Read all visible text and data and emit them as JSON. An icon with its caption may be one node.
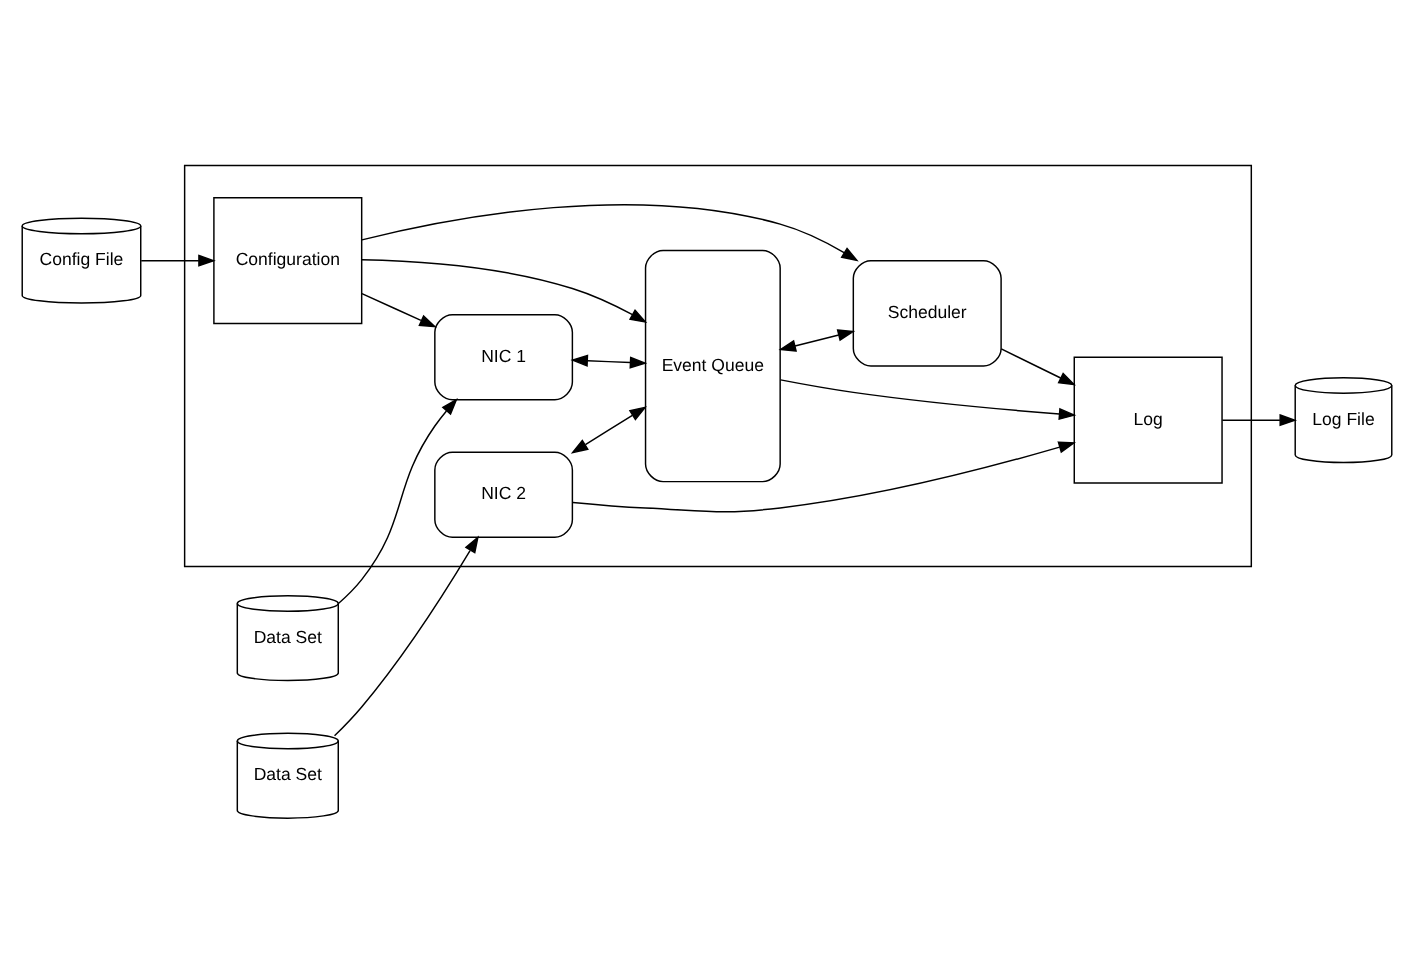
{
  "diagram": {
    "nodes": [
      {
        "text": [],
        "shape": "box"
      },
      {
        "text": [
          "Data Set"
        ]
      },
      {
        "text": [
          "NIC 1"
        ],
        "in": 0
      },
      {
        "text": [
          "Event Queue"
        ],
        "in": 0
      },
      {
        "text": [
          "NIC 2"
        ],
        "in": 0
      },
      {
        "text": [
          "Data Set"
        ]
      },
      {
        "text": [
          "Config File"
        ]
      },
      {
        "text": [
          "Configuration"
        ],
        "in": 0
      },
      {
        "text": [
          "Log"
        ],
        "in": 0
      },
      {
        "text": [
          "Log File"
        ]
      },
      {
        "text": [
          "Scheduler"
        ],
        "in": 0
      }
    ],
    "edges": [
      {
        "from": 1,
        "to": 2,
        "arrow": "to"
      },
      {
        "from": 5,
        "to": 4,
        "arrow": "to"
      },
      {
        "from": 7,
        "to": 2,
        "arrow": "to"
      },
      {
        "from": 2,
        "to": 3,
        "arrow": "both"
      },
      {
        "from": 4,
        "to": 3,
        "arrow": "both"
      },
      {
        "from": 4,
        "to": 8,
        "arrow": "to"
      },
      {
        "from": 6,
        "to": 7,
        "arrow": "to"
      },
      {
        "from": 7,
        "to": 3,
        "arrow": "to"
      },
      {
        "from": 3,
        "to": 8,
        "arrow": "to"
      },
      {
        "from": 8,
        "to": 9,
        "arrow": "to"
      },
      {
        "from": 7,
        "to": 10,
        "arrow": "to"
      },
      {
        "from": 3,
        "to": 10,
        "arrow": "both"
      },
      {
        "from": 10,
        "to": 8,
        "arrow": "to"
      }
    ]
  }
}
